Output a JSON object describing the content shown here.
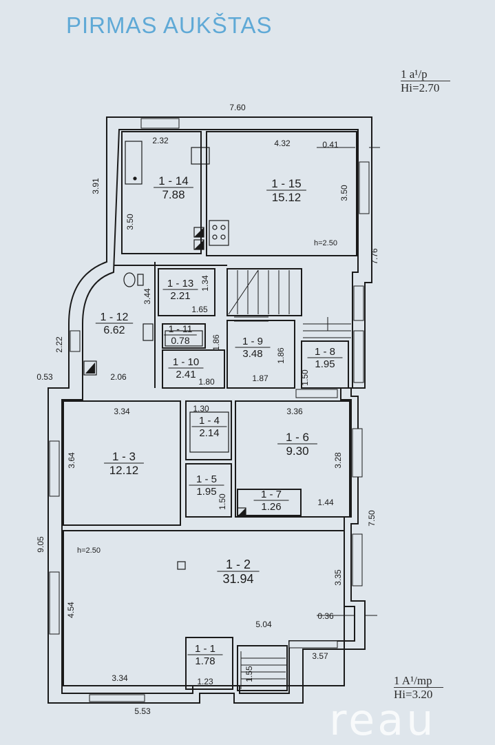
{
  "header": {
    "title": "PIRMAS AUKŠTAS"
  },
  "stamps": {
    "top_line1": "1 a¹/p",
    "top_line2": "Hi=2.70",
    "bottom_line1": "1 A¹/mp",
    "bottom_line2": "Hi=3.20"
  },
  "watermark": "reau",
  "ceiling_notes": {
    "upper": "h=2.50",
    "lower": "h=2.50"
  },
  "rooms": [
    {
      "id": "1 - 14",
      "area": "7.88"
    },
    {
      "id": "1 - 15",
      "area": "15.12"
    },
    {
      "id": "1 - 13",
      "area": "2.21"
    },
    {
      "id": "1 - 12",
      "area": "6.62"
    },
    {
      "id": "1 - 11",
      "area": "0.78"
    },
    {
      "id": "1 - 10",
      "area": "2.41"
    },
    {
      "id": "1 - 9",
      "area": "3.48"
    },
    {
      "id": "1 - 8",
      "area": "1.95"
    },
    {
      "id": "1 - 3",
      "area": "12.12"
    },
    {
      "id": "1 - 4",
      "area": "2.14"
    },
    {
      "id": "1 - 6",
      "area": "9.30"
    },
    {
      "id": "1 - 5",
      "area": "1.95"
    },
    {
      "id": "1 - 7",
      "area": "1.26"
    },
    {
      "id": "1 - 2",
      "area": "31.94"
    },
    {
      "id": "1 - 1",
      "area": "1.78"
    }
  ],
  "dimensions": [
    "7.60",
    "2.32",
    "4.32",
    "0.41",
    "3.91",
    "3.50",
    "3.50",
    "7.76",
    "3.44",
    "1.34",
    "1.65",
    "2.22",
    "0.53",
    "2.06",
    "1.86",
    "1.80",
    "1.86",
    "1.87",
    "1.50",
    "3.34",
    "1.30",
    "3.36",
    "3.64",
    "3.28",
    "1.50",
    "1.44",
    "9.05",
    "7.50",
    "3.35",
    "4.54",
    "5.04",
    "0.36",
    "3.57",
    "1.55",
    "3.34",
    "1.23",
    "5.53"
  ]
}
